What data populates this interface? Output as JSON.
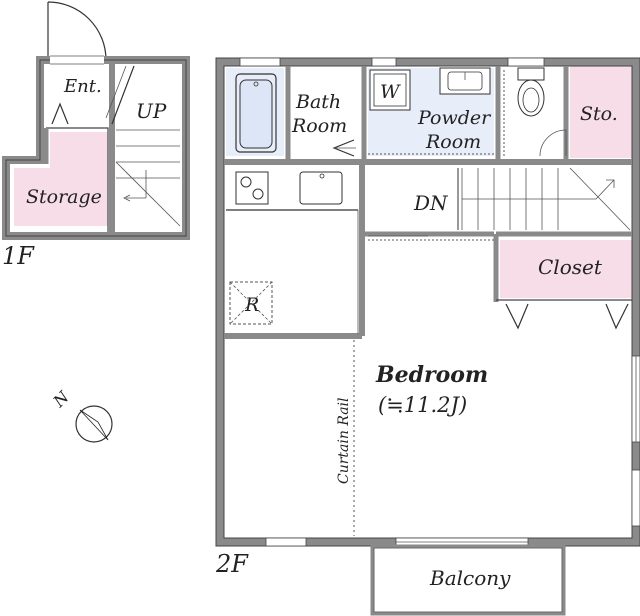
{
  "floors": {
    "first": "1F",
    "second": "2F"
  },
  "rooms": {
    "entrance": "Ent.",
    "up": "UP",
    "storage_1f": "Storage",
    "bath_line1": "Bath",
    "bath_line2": "Room",
    "washer": "W",
    "powder_line1": "Powder",
    "powder_line2": "Room",
    "storage_2f": "Sto.",
    "down": "DN",
    "closet": "Closet",
    "fridge": "R",
    "bedroom": "Bedroom",
    "bedroom_size": "(≒11.2J)",
    "curtain_rail": "Curtain Rail",
    "balcony": "Balcony"
  },
  "compass": {
    "north": "N"
  },
  "colors": {
    "pink": "#f7dde7",
    "blue": "#e8eef9",
    "wall": "#8a8a8a"
  }
}
